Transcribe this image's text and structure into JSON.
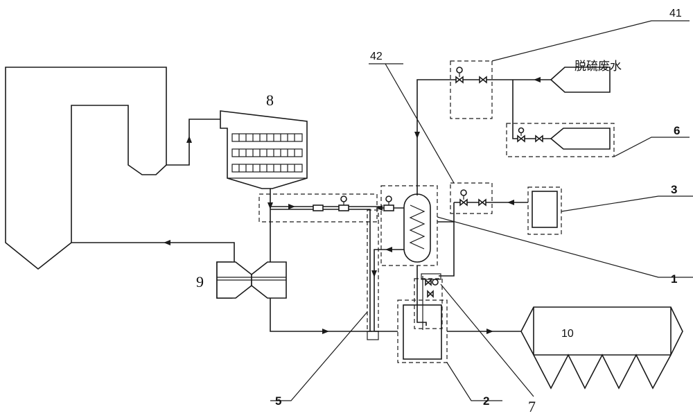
{
  "labels": {
    "n1": "1",
    "n2": "2",
    "n3": "3",
    "n41": "41",
    "n42": "42",
    "n5": "5",
    "n6": "6",
    "n7": "7",
    "n8": "8",
    "n9": "9",
    "n10": "10"
  },
  "inlet_text": "脱硫废水"
}
